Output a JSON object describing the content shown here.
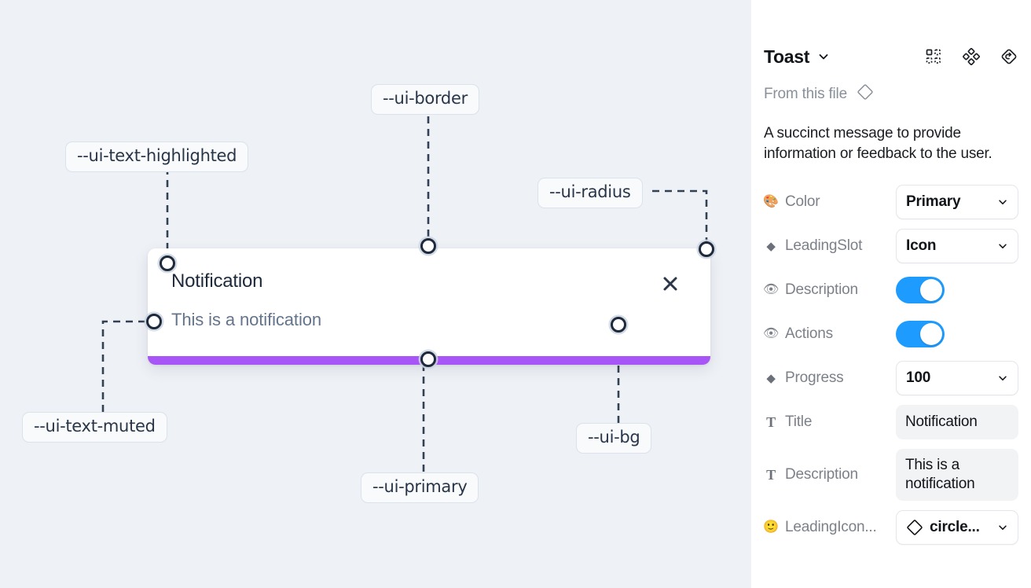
{
  "canvas": {
    "background": "#eef1f6",
    "toast": {
      "title": "Notification",
      "description": "This is a notification",
      "close_icon": "close-icon",
      "progress_color": "#a855f7",
      "background": "#ffffff"
    },
    "annotations": [
      {
        "id": "ui-text-highlighted",
        "label": "--ui-text-highlighted"
      },
      {
        "id": "ui-border",
        "label": "--ui-border"
      },
      {
        "id": "ui-radius",
        "label": "--ui-radius"
      },
      {
        "id": "ui-text-muted",
        "label": "--ui-text-muted"
      },
      {
        "id": "ui-primary",
        "label": "--ui-primary"
      },
      {
        "id": "ui-bg",
        "label": "--ui-bg"
      }
    ]
  },
  "panel": {
    "title": "Toast",
    "title_caret_icon": "chevron-down-icon",
    "header_icons": [
      {
        "name": "variants-grid-icon"
      },
      {
        "name": "component-diamonds-icon"
      },
      {
        "name": "reset-instance-icon"
      }
    ],
    "from_file": {
      "label": "From this file",
      "icon": "diamond-outline-icon"
    },
    "description": "A succinct message to provide information or feedback to the user.",
    "properties": [
      {
        "name": "color",
        "icon": "palette-emoji",
        "icon_glyph": "🎨",
        "label": "Color",
        "control": "select",
        "value": "Primary"
      },
      {
        "name": "leading-slot",
        "icon": "diamond-filled-icon",
        "icon_glyph": "◆",
        "label": "LeadingSlot",
        "control": "select",
        "value": "Icon"
      },
      {
        "name": "description",
        "icon": "eye-emoji",
        "icon_glyph": "👁",
        "label": "Description",
        "control": "toggle",
        "value": "on"
      },
      {
        "name": "actions",
        "icon": "eye-emoji",
        "icon_glyph": "👁",
        "label": "Actions",
        "control": "toggle",
        "value": "on"
      },
      {
        "name": "progress",
        "icon": "diamond-filled-icon",
        "icon_glyph": "◆",
        "label": "Progress",
        "control": "select",
        "value": "100"
      },
      {
        "name": "title",
        "icon": "text-t-icon",
        "icon_glyph": "T",
        "label": "Title",
        "control": "text",
        "value": "Notification"
      },
      {
        "name": "description-text",
        "icon": "text-t-icon",
        "icon_glyph": "T",
        "label": "Description",
        "control": "text",
        "value": "This is a notification"
      },
      {
        "name": "leading-icon",
        "icon": "smiley-emoji",
        "icon_glyph": "🙂",
        "label": "LeadingIcon...",
        "control": "select-icon",
        "value": "circle...",
        "value_icon": "diamond-outline-icon"
      }
    ]
  },
  "colors": {
    "accent_blue": "#1e9bff",
    "primary_purple": "#a855f7",
    "canvas_bg": "#eef1f6",
    "pill_border": "#dbe2ec",
    "wire": "#334155"
  }
}
